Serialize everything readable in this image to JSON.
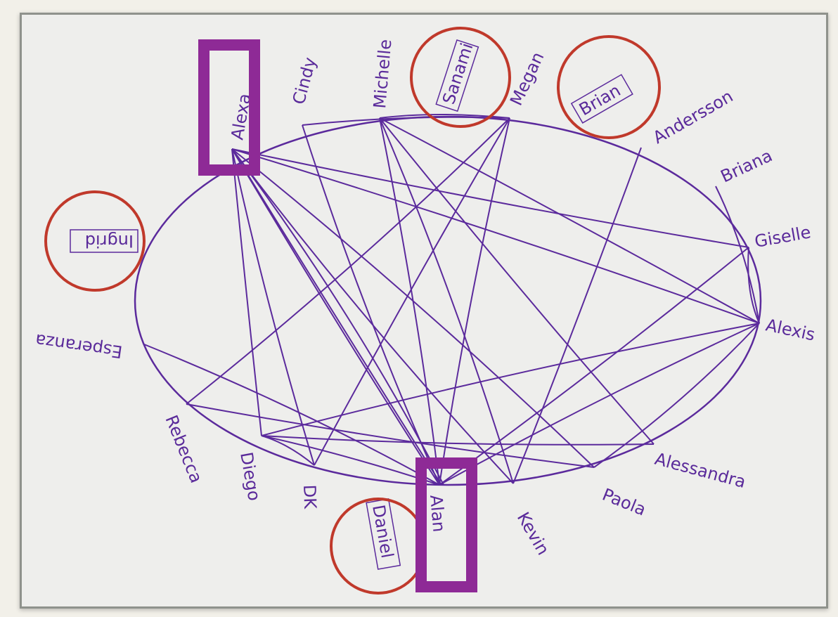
{
  "diagram": {
    "type": "hand-drawn network graph",
    "colors": {
      "ink": "#5b2a9c",
      "circle_highlight": "#c0392b",
      "box_highlight": "#8e2a96",
      "paper": "#eeeeec"
    },
    "nodes": [
      "Alexa",
      "Cindy",
      "Michelle",
      "Sanami",
      "Megan",
      "Brian",
      "Andersson",
      "Briana",
      "Giselle",
      "Alexis",
      "Alessandra",
      "Paola",
      "Kevin",
      "Alan",
      "Daniel",
      "DK",
      "Diego",
      "Rebecca",
      "Esperanza",
      "Ingrid"
    ],
    "circled_nodes": [
      "Sanami",
      "Brian",
      "Ingrid",
      "Daniel"
    ],
    "boxed_highlight_nodes": [
      "Alexa",
      "Alan"
    ],
    "edges": [
      [
        "Alexa",
        "Alan"
      ],
      [
        "Alexa",
        "Alan"
      ],
      [
        "Alexa",
        "Alan"
      ],
      [
        "Alexa",
        "Kevin"
      ],
      [
        "Alexa",
        "Alexis"
      ],
      [
        "Alexa",
        "Giselle"
      ],
      [
        "Alexa",
        "DK"
      ],
      [
        "Alexa",
        "Diego"
      ],
      [
        "Alexa",
        "Paola"
      ],
      [
        "Cindy",
        "Alan"
      ],
      [
        "Cindy",
        "Megan"
      ],
      [
        "Michelle",
        "Alan"
      ],
      [
        "Michelle",
        "Alexis"
      ],
      [
        "Michelle",
        "Alessandra"
      ],
      [
        "Michelle",
        "Kevin"
      ],
      [
        "Megan",
        "Alan"
      ],
      [
        "Megan",
        "DK"
      ],
      [
        "Megan",
        "Rebecca"
      ],
      [
        "Megan",
        "Michelle"
      ],
      [
        "Andersson",
        "Kevin"
      ],
      [
        "Briana",
        "Alexis"
      ],
      [
        "Giselle",
        "Alexis"
      ],
      [
        "Alexis",
        "Alan"
      ],
      [
        "Alexis",
        "Paola"
      ],
      [
        "Alexis",
        "Diego"
      ],
      [
        "Giselle",
        "Alan"
      ],
      [
        "Esperanza",
        "Alan"
      ],
      [
        "Diego",
        "Alessandra"
      ],
      [
        "DK",
        "Diego"
      ],
      [
        "Rebecca",
        "Paola"
      ],
      [
        "Diego",
        "Alan"
      ]
    ]
  }
}
